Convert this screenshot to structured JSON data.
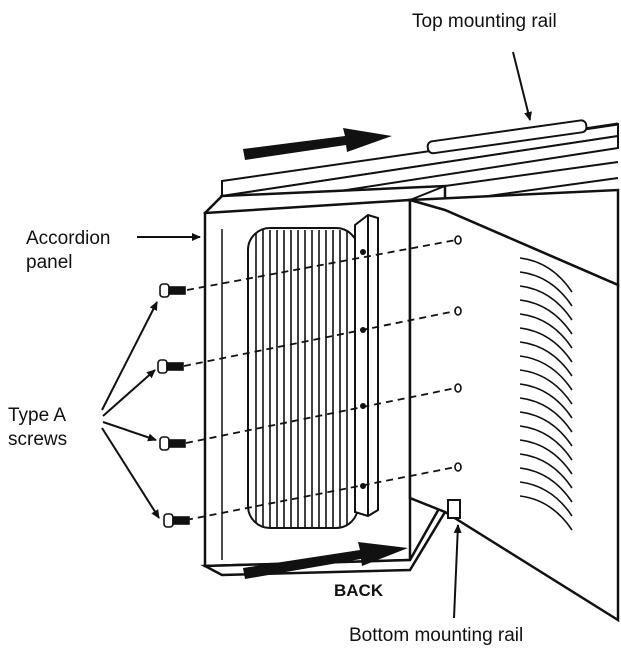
{
  "diagram": {
    "labels": {
      "top_rail": "Top mounting rail",
      "accordion_line1": "Accordion",
      "accordion_line2": "panel",
      "screws_line1": "Type A",
      "screws_line2": "screws",
      "back": "BACK",
      "bottom_rail": "Bottom mounting rail"
    },
    "icons": {
      "screw": "screw-icon",
      "direction_arrow": "arrow-right-icon"
    },
    "colors": {
      "line": "#111111",
      "background": "#ffffff"
    }
  }
}
